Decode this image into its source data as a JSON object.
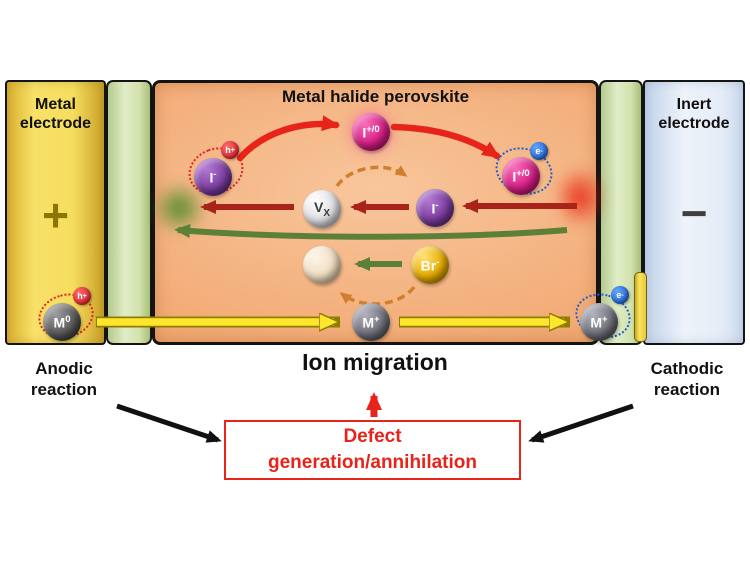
{
  "title": "Metal halide perovskite",
  "electrodes": {
    "left": {
      "label": "Metal electrode",
      "sign": "+"
    },
    "right": {
      "label": "Inert electrode",
      "sign": "−"
    }
  },
  "particles": {
    "iodide_left": {
      "base": "I",
      "sup": "-"
    },
    "halide_top": {
      "base": "I",
      "sup": "+/0"
    },
    "halide_right": {
      "base": "I",
      "sup": "+/0"
    },
    "vacancy": {
      "base": "V",
      "sub": "X"
    },
    "iodide_center": {
      "base": "I",
      "sup": "-"
    },
    "bromide": {
      "base": "Br",
      "sup": "-"
    },
    "metal_anode": {
      "base": "M",
      "sup": "0"
    },
    "metal_center": {
      "base": "M",
      "sup": "+"
    },
    "metal_cathode": {
      "base": "M",
      "sup": "+"
    }
  },
  "charges": {
    "hole": {
      "base": "h",
      "sup": "+"
    },
    "electron": {
      "base": "e",
      "sup": "-"
    }
  },
  "labels": {
    "ion_migration": "Ion migration",
    "anodic": "Anodic reaction",
    "cathodic": "Cathodic reaction",
    "defect_line1": "Defect",
    "defect_line2": "generation/annihilation"
  },
  "colors": {
    "perovskite_bg": "#f3ad79",
    "metal_electrode": "#f6dd5e",
    "inert_electrode": "#e4ecf7",
    "interlayer": "#d2e2ac",
    "red_arrow": "#e8231a",
    "dark_red_arrow": "#a8241a",
    "green_arrow": "#5d8038",
    "yellow_arrow": "#ffe62e",
    "dashed_arrow": "#cf7f2e",
    "defect_text": "#e8231a"
  }
}
